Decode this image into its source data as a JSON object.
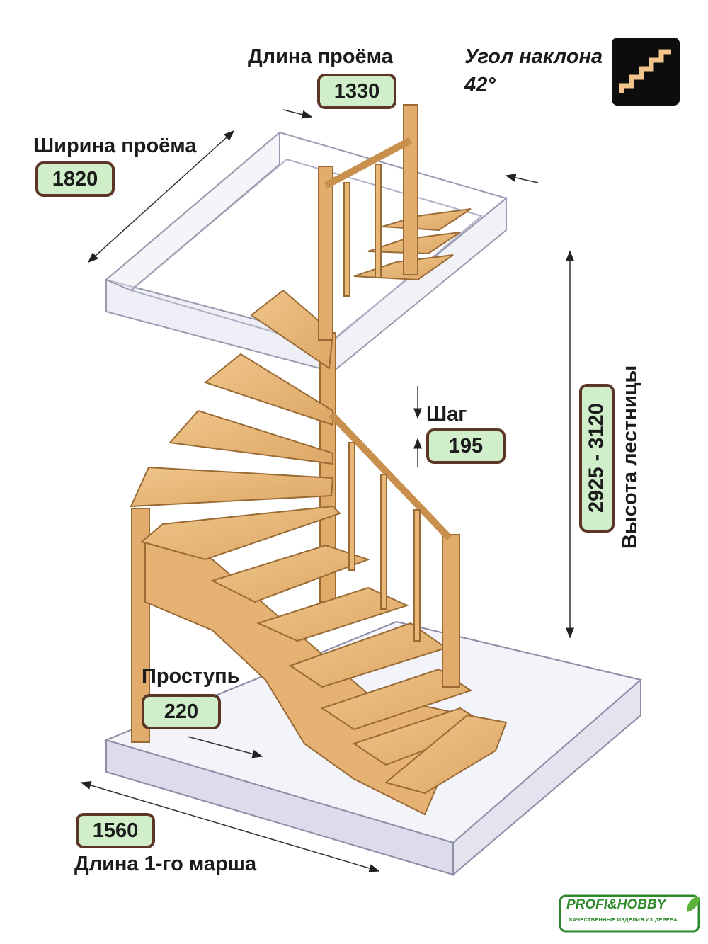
{
  "labels": {
    "opening_length": "Длина проёма",
    "opening_width": "Ширина проёма",
    "slope_angle": "Угол наклона",
    "slope_value": "42°",
    "step_height": "Шаг",
    "tread": "Проступь",
    "first_flight_length": "Длина 1-го марша",
    "stair_height": "Высота лестницы"
  },
  "values": {
    "opening_length": "1330",
    "opening_width": "1820",
    "step_height": "195",
    "tread": "220",
    "first_flight_length": "1560",
    "stair_height": "2925 - 3120"
  },
  "logo": {
    "brand": "PROFI&HOBBY",
    "tagline": "КАЧЕСТВЕННЫЕ ИЗДЕЛИЯ ИЗ ДЕРЕВА"
  },
  "icons": {
    "slope": "stairs-icon",
    "logo_leaf": "leaf-icon"
  },
  "colors": {
    "wood": "#e8b676",
    "wood_dark": "#c98f4c",
    "wood_edge": "#9a6a35",
    "slab": "#dfe0ee",
    "slab_edge": "#8e8ea8",
    "badge_fill": "#cfeec9",
    "badge_border": "#5c3526",
    "brand_green": "#2c8a2c"
  }
}
